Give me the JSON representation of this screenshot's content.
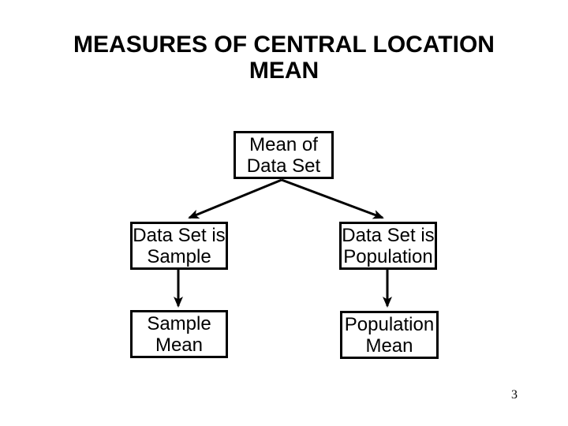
{
  "slide": {
    "title_line1": "MEASURES OF CENTRAL LOCATION",
    "title_line2": "MEAN",
    "page_number": "3",
    "colors": {
      "background": "#ffffff",
      "text": "#000000",
      "box_border": "#000000",
      "arrow": "#000000"
    }
  },
  "diagram": {
    "type": "flowchart",
    "nodes": [
      {
        "id": "root",
        "line1": "Mean of",
        "line2": "Data Set"
      },
      {
        "id": "sample",
        "line1": "Data Set is",
        "line2": "Sample"
      },
      {
        "id": "population",
        "line1": "Data Set is",
        "line2": "Population"
      },
      {
        "id": "sample-mean",
        "line1": "Sample",
        "line2": "Mean"
      },
      {
        "id": "population-mean",
        "line1": "Population",
        "line2": "Mean"
      }
    ],
    "edges": [
      {
        "from": "root",
        "to": "sample"
      },
      {
        "from": "root",
        "to": "population"
      },
      {
        "from": "sample",
        "to": "sample-mean"
      },
      {
        "from": "population",
        "to": "population-mean"
      }
    ]
  }
}
